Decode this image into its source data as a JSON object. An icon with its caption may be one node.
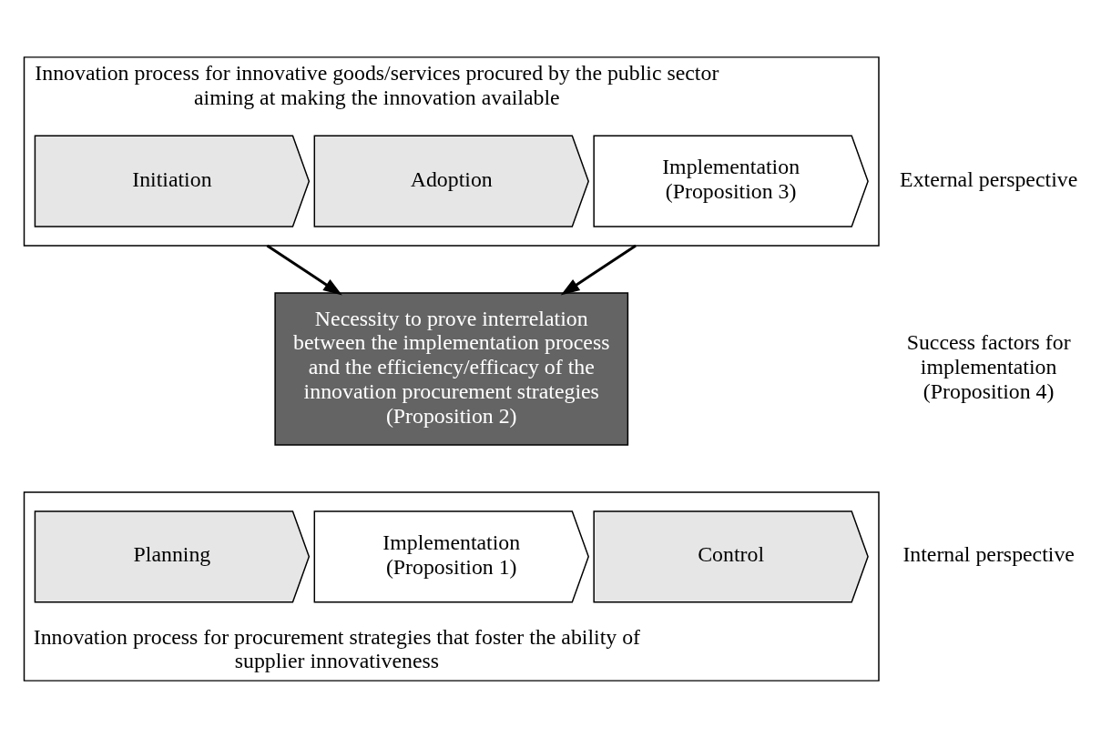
{
  "diagram": {
    "nodes": [
      {
        "text": [
          "Innovation process for innovative goods/services procured by the public sector aiming at making the innovation available"
        ]
      },
      {
        "text": [
          "Initiation"
        ],
        "in": 0
      },
      {
        "text": [
          "Adoption"
        ],
        "in": 0
      },
      {
        "text": [
          "Implementation (Proposition 3)"
        ],
        "in": 0
      },
      {
        "text": [
          "Necessity to prove interrelation between the implementation process and the efficiency/efficacy of the innovation procurement strategies (Proposition 2)"
        ]
      },
      {
        "text": [
          "Innovation process for procurement strategies that foster the ability of supplier innovativeness"
        ]
      },
      {
        "text": [
          "Planning"
        ],
        "in": 5
      },
      {
        "text": [
          "Implementation (Proposition 1)"
        ],
        "in": 5
      },
      {
        "text": [
          "Control"
        ],
        "in": 5
      }
    ],
    "edges": [
      {
        "from": 0,
        "to": 4,
        "arrow": "to"
      },
      {
        "from": 0,
        "to": 4,
        "arrow": "to"
      }
    ],
    "labels": [
      "External perspective",
      "Success factors for implementation (Proposition 4)",
      "Internal perspective"
    ]
  }
}
